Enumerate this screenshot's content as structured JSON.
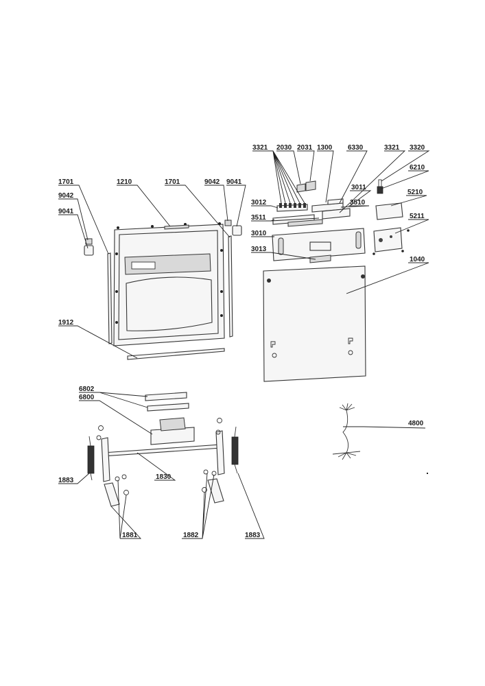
{
  "labels": [
    {
      "id": "l3321a",
      "text": "3321"
    },
    {
      "id": "l2030",
      "text": "2030"
    },
    {
      "id": "l2031",
      "text": "2031"
    },
    {
      "id": "l1300",
      "text": "1300"
    },
    {
      "id": "l6330",
      "text": "6330"
    },
    {
      "id": "l3321b",
      "text": "3321"
    },
    {
      "id": "l3320",
      "text": "3320"
    },
    {
      "id": "l6210",
      "text": "6210"
    },
    {
      "id": "l3011",
      "text": "3011"
    },
    {
      "id": "l5210",
      "text": "5210"
    },
    {
      "id": "l3012",
      "text": "3012"
    },
    {
      "id": "l3510",
      "text": "3510"
    },
    {
      "id": "l3511",
      "text": "3511"
    },
    {
      "id": "l5211",
      "text": "5211"
    },
    {
      "id": "l3010",
      "text": "3010"
    },
    {
      "id": "l3013",
      "text": "3013"
    },
    {
      "id": "l1040",
      "text": "1040"
    },
    {
      "id": "l1701a",
      "text": "1701"
    },
    {
      "id": "l1210",
      "text": "1210"
    },
    {
      "id": "l1701b",
      "text": "1701"
    },
    {
      "id": "l9042a",
      "text": "9042"
    },
    {
      "id": "l9041a",
      "text": "9041"
    },
    {
      "id": "l9042b",
      "text": "9042"
    },
    {
      "id": "l9041b",
      "text": "9041"
    },
    {
      "id": "l1912",
      "text": "1912"
    },
    {
      "id": "l6802",
      "text": "6802"
    },
    {
      "id": "l6800",
      "text": "6800"
    },
    {
      "id": "l4800",
      "text": "4800"
    },
    {
      "id": "l1883a",
      "text": "1883"
    },
    {
      "id": "l1830",
      "text": "1830"
    },
    {
      "id": "l1881",
      "text": "1881"
    },
    {
      "id": "l1882",
      "text": "1882"
    },
    {
      "id": "l1883b",
      "text": "1883"
    }
  ]
}
